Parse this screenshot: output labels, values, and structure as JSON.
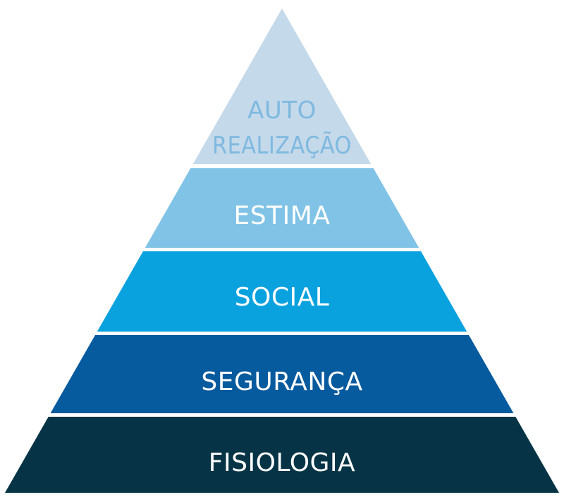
{
  "tiers": [
    {
      "id": "autorrealizacao",
      "lines": [
        "AUTO",
        "REALIZAÇÃO"
      ],
      "fill": "#c4d9ea",
      "text_color": "#7fb9e0"
    },
    {
      "id": "estima",
      "lines": [
        "ESTIMA"
      ],
      "fill": "#80c3e6",
      "text_color": "#ffffff"
    },
    {
      "id": "social",
      "lines": [
        "SOCIAL"
      ],
      "fill": "#0aa1df",
      "text_color": "#ffffff"
    },
    {
      "id": "seguranca",
      "lines": [
        "SEGURANÇA"
      ],
      "fill": "#065a9e",
      "text_color": "#ffffff"
    },
    {
      "id": "fisiologia",
      "lines": [
        "FISIOLOGIA"
      ],
      "fill": "#063446",
      "text_color": "#ffffff"
    }
  ]
}
